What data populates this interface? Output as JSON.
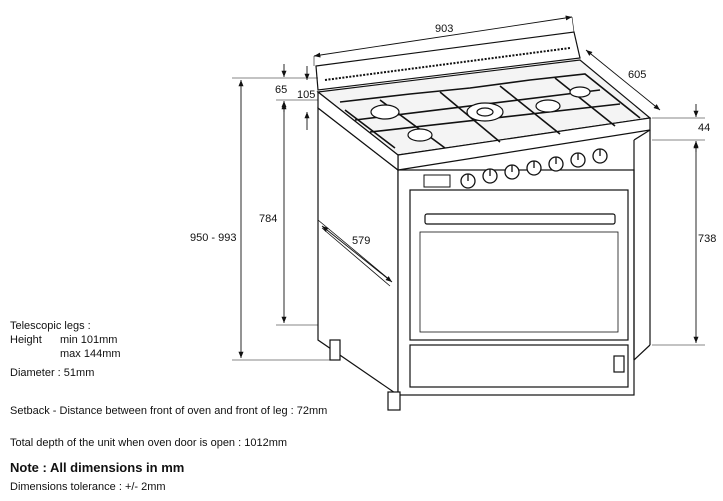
{
  "dimensions": {
    "width": "903",
    "depth": "605",
    "backguard_height": "65",
    "backguard_offset": "105",
    "total_height": "950 - 993",
    "cooktop_depth": "44",
    "body_height": "784",
    "body_depth": "579",
    "oven_height": "738"
  },
  "notes": {
    "legs_title": "Telescopic legs :",
    "height_label": "Height",
    "height_min": "min 101mm",
    "height_max": "max 144mm",
    "diameter": "Diameter : 51mm",
    "setback": "Setback - Distance between front of oven and front of leg : 72mm",
    "total_depth": "Total depth of the unit when oven door is open : 1012mm",
    "note_title": "Note : All dimensions in mm",
    "tolerance": "Dimensions tolerance : +/- 2mm"
  },
  "colors": {
    "line": "#111111",
    "fill": "#ffffff",
    "light": "#d9d9d9"
  },
  "icons": {
    "burner": "burner-icon",
    "knob": "knob-icon"
  }
}
